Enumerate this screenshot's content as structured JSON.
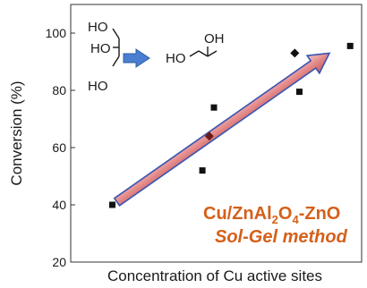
{
  "chart_data": {
    "type": "scatter",
    "ylabel": "Conversion (%)",
    "xlabel": "Concentration of Cu active sites",
    "ylim": [
      20,
      110
    ],
    "xlim": [
      0,
      1
    ],
    "yticks": [
      "20",
      "40",
      "60",
      "80",
      "100"
    ],
    "x_tick_labels": false,
    "grid": false,
    "series": [
      {
        "marker": "square",
        "points": [
          {
            "x": 0.06,
            "y": 40
          },
          {
            "x": 0.45,
            "y": 52
          },
          {
            "x": 0.5,
            "y": 74
          },
          {
            "x": 0.87,
            "y": 79.5
          },
          {
            "x": 1.09,
            "y": 95.5
          }
        ]
      },
      {
        "marker": "diamond",
        "points": [
          {
            "x": 0.48,
            "y": 64
          },
          {
            "x": 0.85,
            "y": 93
          }
        ]
      }
    ],
    "trend_arrow": {
      "from": {
        "x": 0.08,
        "y": 41
      },
      "to": {
        "x": 1.0,
        "y": 93
      }
    }
  },
  "annotation": {
    "catalyst": {
      "part1": "Cu/ZnAl",
      "sub1": "2",
      "part2": "O",
      "sub2": "4",
      "part3": "-ZnO"
    },
    "method": "Sol-Gel method"
  },
  "reaction": {
    "reactant": {
      "ho1": "HO",
      "ho2": "HO",
      "ho3": "HO"
    },
    "product": {
      "oh": "OH",
      "ho": "HO"
    }
  },
  "colors": {
    "annotation": "#d4601a",
    "arrow_fill": "#e9a0a0",
    "arrow_edge": "#3a55b0",
    "reaction_arrow": "#4a7ed0",
    "marker": "#111111",
    "diamond_fill": "#6b1a1a"
  }
}
